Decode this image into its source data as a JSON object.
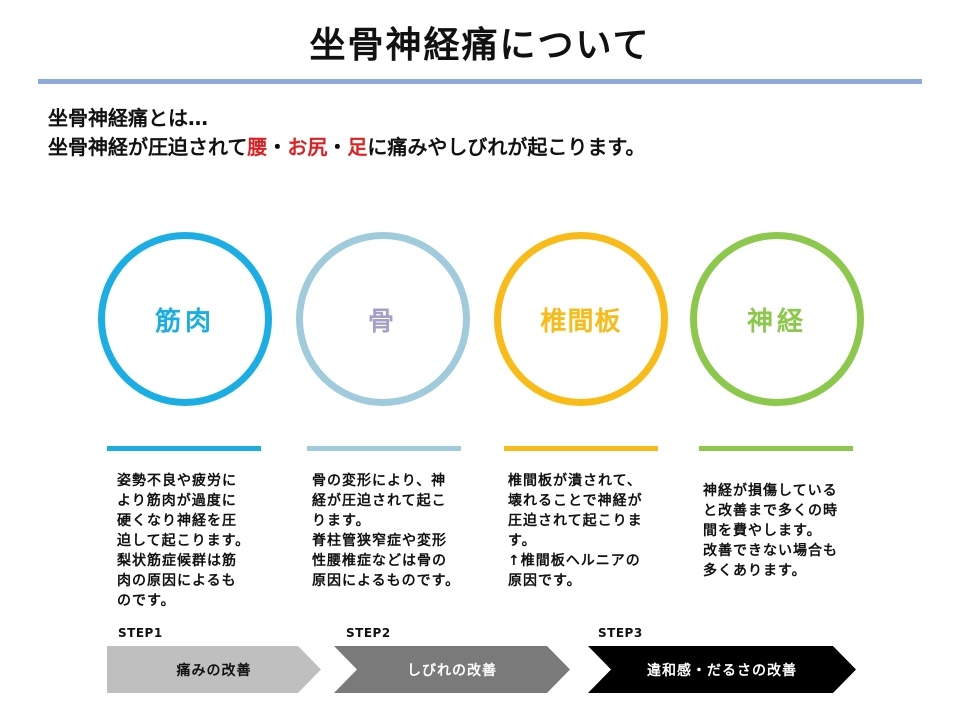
{
  "title": "坐骨神経痛について",
  "intro": {
    "line1": "坐骨神経痛とは…",
    "line2_prefix": "坐骨神経が圧迫されて",
    "highlight1": "腰",
    "sep1": "・",
    "highlight2": "お尻",
    "sep2": "・",
    "highlight3": "足",
    "line2_suffix": "に痛みやしびれが起こります。"
  },
  "colors": {
    "title_rule": "#8eaadb",
    "highlight": "#e02020",
    "muscle": "#1aaee5",
    "bone": "#9fcbdc",
    "disc": "#f8bb18",
    "nerve": "#8cc84b",
    "bone_text": "#a59ec9",
    "step1": "#bfbfbf",
    "step2": "#7a7a7a",
    "step3": "#000000"
  },
  "causes": [
    {
      "label": "筋肉",
      "description": "姿勢不良や疲労に\nより筋肉が過度に\n硬くなり神経を圧\n迫して起こります。\n梨状筋症候群は筋\n肉の原因によるも\nのです。"
    },
    {
      "label": "骨",
      "description": "骨の変形により、神\n経が圧迫されて起こ\nります。\n脊柱管狭窄症や変形\n性腰椎症などは骨の\n原因によるものです。"
    },
    {
      "label": "椎間板",
      "description": "椎間板が潰されて、\n壊れることで神経が\n圧迫されて起こりま\nす。\n↑椎間板ヘルニアの\n原因です。"
    },
    {
      "label": "神経",
      "description": "神経が損傷している\nと改善まで多くの時\n間を費やします。\n改善できない場合も\n多くあります。"
    }
  ],
  "steps": [
    {
      "step": "STEP1",
      "label": "痛みの改善"
    },
    {
      "step": "STEP2",
      "label": "しびれの改善"
    },
    {
      "step": "STEP3",
      "label": "違和感・だるさの改善"
    }
  ]
}
